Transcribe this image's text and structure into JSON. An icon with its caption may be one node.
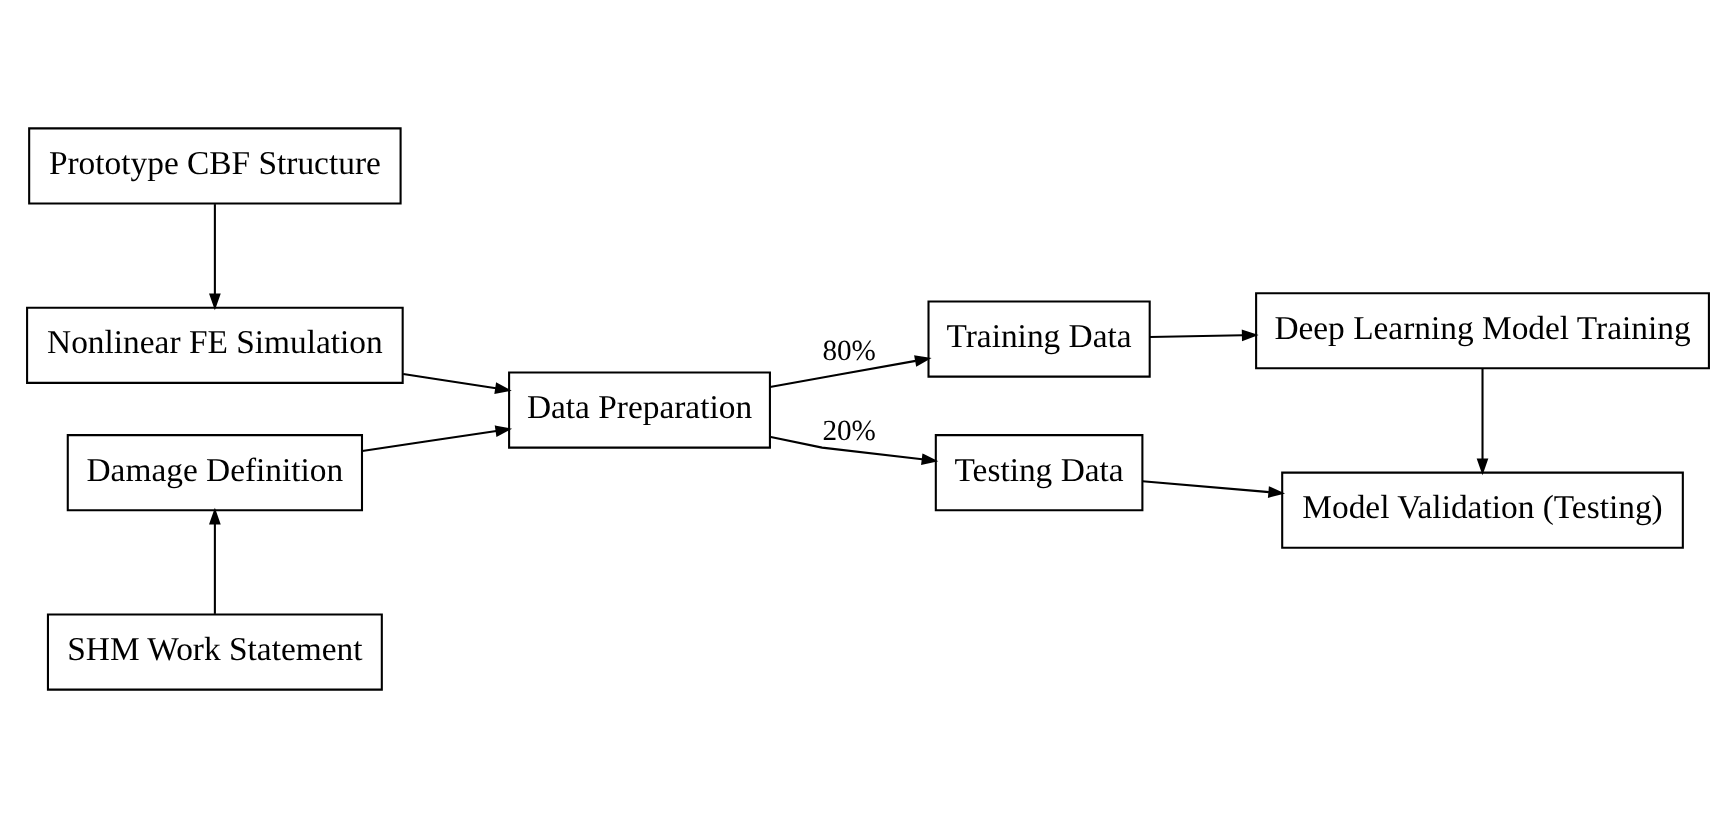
{
  "diagram": {
    "nodes": [
      {
        "text": [
          "Prototype CBF Structure"
        ]
      },
      {
        "text": [
          "Nonlinear FE Simulation"
        ]
      },
      {
        "text": [
          "Damage Definition"
        ]
      },
      {
        "text": [
          "SHM Work Statement"
        ]
      },
      {
        "text": [
          "Data Preparation"
        ]
      },
      {
        "text": [
          "Training Data"
        ]
      },
      {
        "text": [
          "Deep Learning Model Training"
        ]
      },
      {
        "text": [
          "Testing Data"
        ]
      },
      {
        "text": [
          "Model Validation (Testing)"
        ]
      }
    ],
    "edges": [
      {
        "from": 0,
        "to": 1,
        "arrow": "to"
      },
      {
        "from": 1,
        "to": 4,
        "arrow": "to"
      },
      {
        "from": 3,
        "to": 2,
        "arrow": "to"
      },
      {
        "from": 2,
        "to": 4,
        "arrow": "to"
      },
      {
        "from": 4,
        "to": 5,
        "arrow": "to",
        "label": "80%"
      },
      {
        "from": 4,
        "to": 7,
        "arrow": "to",
        "label": "20%"
      },
      {
        "from": 5,
        "to": 6,
        "arrow": "to"
      },
      {
        "from": 6,
        "to": 8,
        "arrow": "to"
      },
      {
        "from": 7,
        "to": 8,
        "arrow": "to"
      }
    ]
  }
}
